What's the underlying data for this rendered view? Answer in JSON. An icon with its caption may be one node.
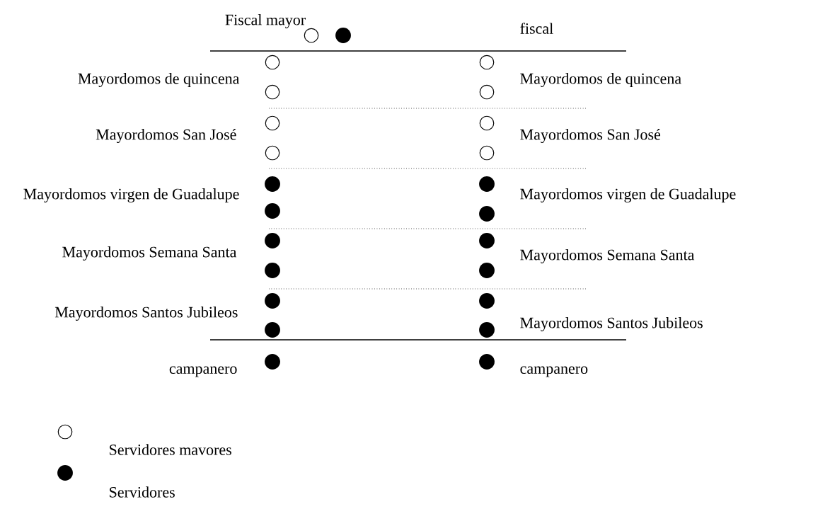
{
  "diagram": {
    "labels": [
      "Fiscal mayor",
      "fiscal",
      "Mayordomos de quincena",
      "Mayordomos de quincena",
      "Mayordomos San José",
      "Mayordomos San José",
      "Mayordomos virgen de Guadalupe",
      "Mayordomos virgen de Guadalupe",
      "Mayordomos Semana Santa",
      "Mayordomos Semana Santa",
      "Mayordomos Santos Jubileos",
      "Mayordomos Santos Jubileos",
      "campanero",
      "campanero"
    ],
    "legend": [
      {
        "text": "Servidores mavores"
      },
      {
        "text": "Servidores"
      }
    ]
  }
}
